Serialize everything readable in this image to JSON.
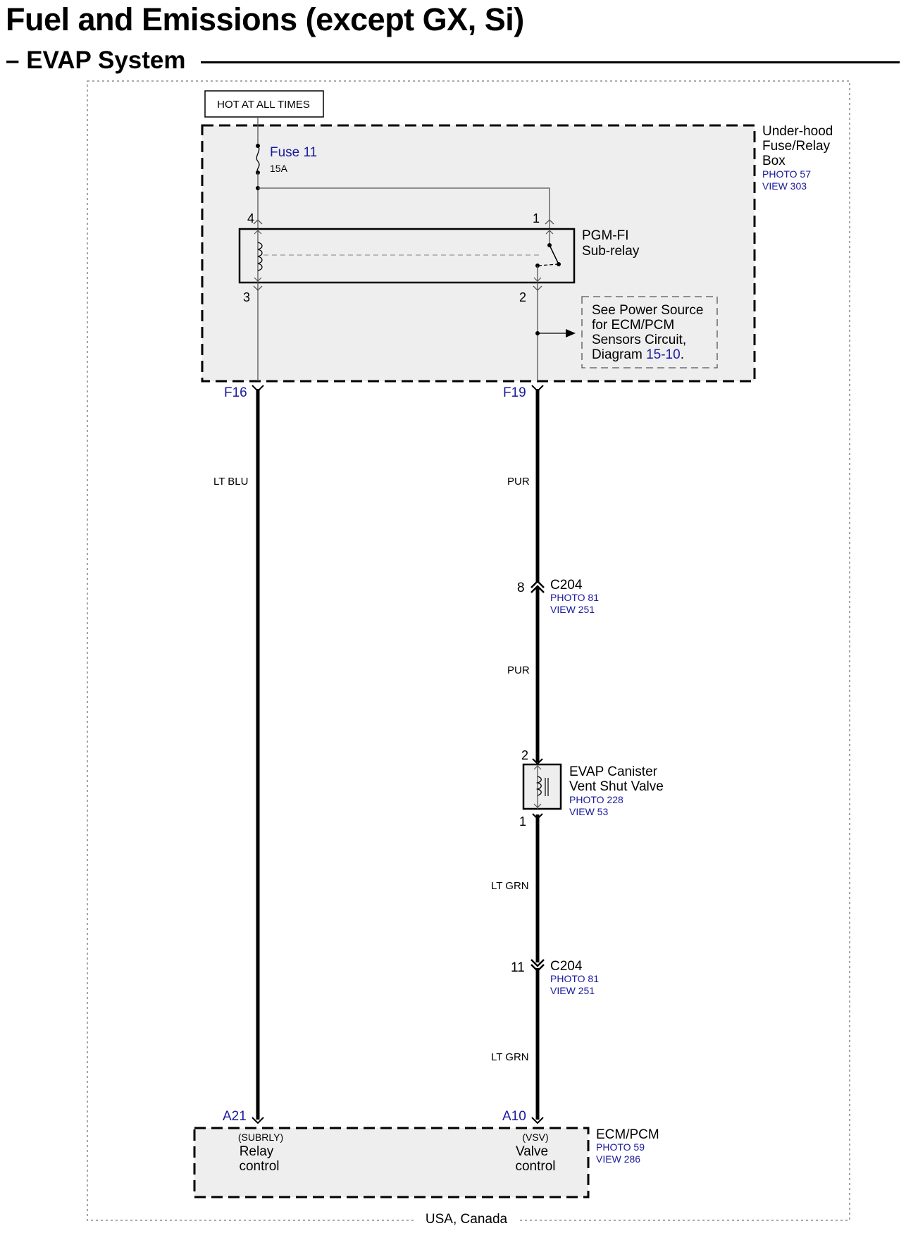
{
  "page": {
    "title": "Fuel and Emissions (except GX, Si)",
    "section": "– EVAP System",
    "region": "USA, Canada"
  },
  "power": {
    "label": "HOT AT ALL TIMES"
  },
  "fuse_box": {
    "name_lines": [
      "Under-hood",
      "Fuse/Relay",
      "Box"
    ],
    "photo": "PHOTO 57",
    "view": "VIEW 303",
    "fuse_name": "Fuse 11",
    "fuse_rating": "15A"
  },
  "relay": {
    "name_lines": [
      "PGM-FI",
      "Sub-relay"
    ],
    "pins": [
      "4",
      "1",
      "3",
      "2"
    ]
  },
  "reference_note": {
    "lines": [
      "See Power Source",
      "for ECM/PCM",
      "Sensors Circuit,"
    ],
    "prefix": "Diagram ",
    "link": "15-10",
    "suffix": "."
  },
  "terminals": {
    "left_top": "F16",
    "right_top": "F19",
    "left_bottom": "A21",
    "right_bottom": "A10"
  },
  "wires": {
    "left": "LT BLU",
    "right_1": "PUR",
    "right_2": "PUR",
    "right_3": "LT GRN",
    "right_4": "LT GRN"
  },
  "connector_upper": {
    "pin": "8",
    "name": "C204",
    "photo": "PHOTO 81",
    "view": "VIEW 251"
  },
  "connector_lower": {
    "pin": "11",
    "name": "C204",
    "photo": "PHOTO 81",
    "view": "VIEW 251"
  },
  "valve": {
    "pin_top": "2",
    "pin_bottom": "1",
    "name_lines": [
      "EVAP Canister",
      "Vent Shut Valve"
    ],
    "photo": "PHOTO 228",
    "view": "VIEW 53"
  },
  "ecm": {
    "name": "ECM/PCM",
    "photo": "PHOTO 59",
    "view": "VIEW 286",
    "left_tag": "(SUBRLY)",
    "left_lines": [
      "Relay",
      "control"
    ],
    "right_tag": "(VSV)",
    "right_lines": [
      "Valve",
      "control"
    ]
  },
  "colors": {
    "link_blue": "#1a1a9e",
    "component_fill": "#eeeeee",
    "wire": "#000000"
  }
}
